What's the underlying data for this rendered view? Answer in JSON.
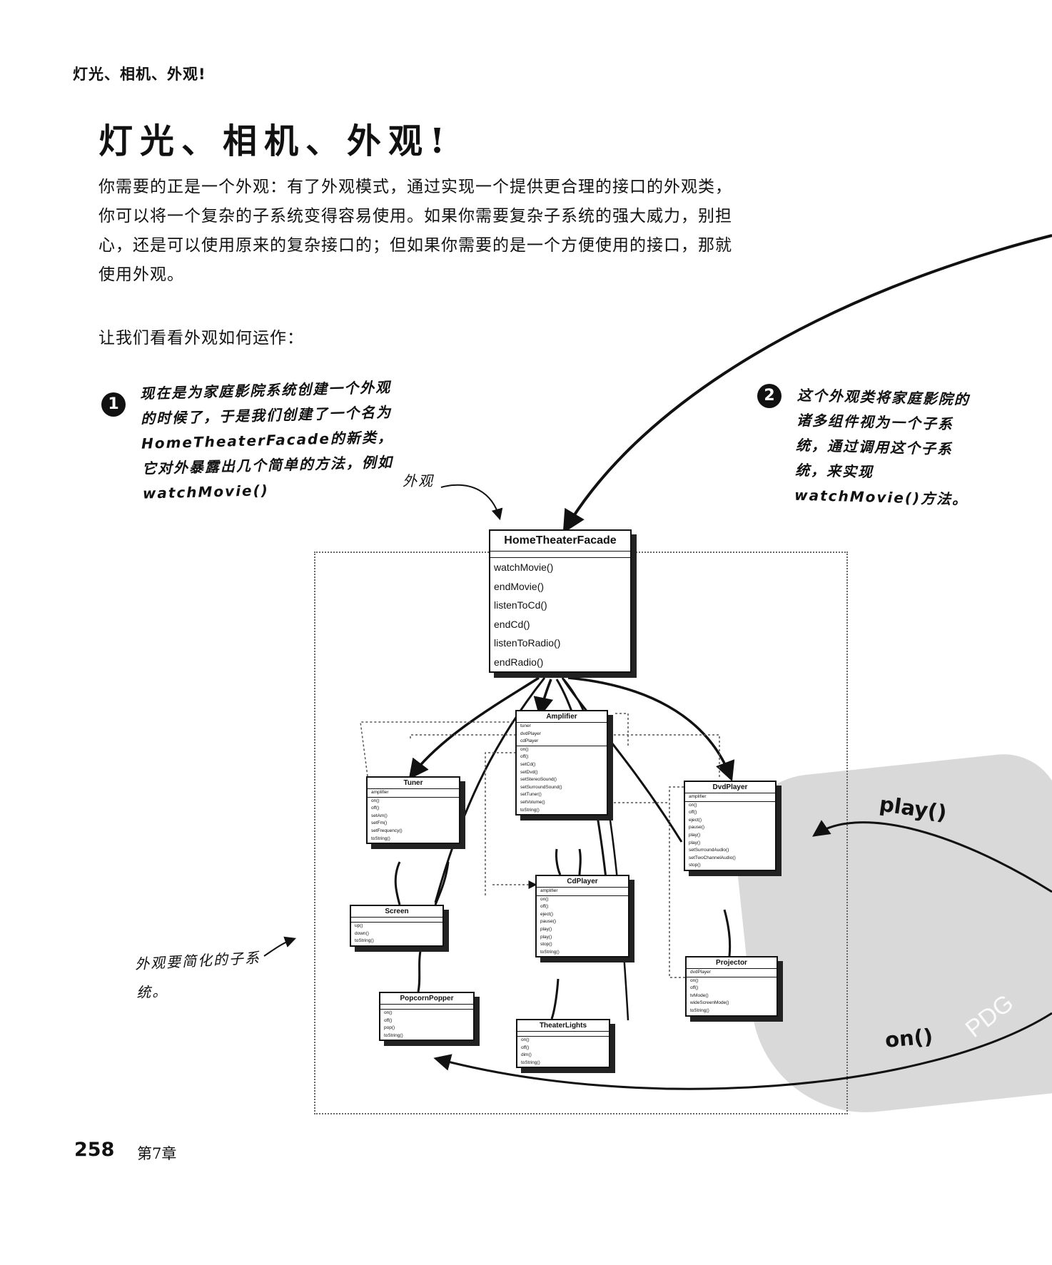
{
  "running_head": "灯光、相机、外观!",
  "title": "灯光、相机、外观!",
  "intro": "你需要的正是一个外观：有了外观模式，通过实现一个提供更合理的接口的外观类，你可以将一个复杂的子系统变得容易使用。如果你需要复杂子系统的强大威力，别担心，还是可以使用原来的复杂接口的；但如果你需要的是一个方便使用的接口，那就使用外观。",
  "lead": "让我们看看外观如何运作：",
  "steps": [
    {
      "num": "1",
      "text": "现在是为家庭影院系统创建一个外观的时候了，于是我们创建了一个名为HomeTheaterFacade的新类，它对外暴露出几个简单的方法，例如watchMovie()"
    },
    {
      "num": "2",
      "text": "这个外观类将家庭影院的诸多组件视为一个子系统，通过调用这个子系统，来实现watchMovie()方法。"
    }
  ],
  "labels": {
    "facade": "外观",
    "subsystem": "外观要简化的子系统。",
    "call_play": "play()",
    "call_on": "on()"
  },
  "facade_class": {
    "name": "HomeTheaterFacade",
    "methods": [
      "watchMovie()",
      "endMovie()",
      "listenToCd()",
      "endCd()",
      "listenToRadio()",
      "endRadio()"
    ]
  },
  "subsystem_classes": {
    "amplifier": {
      "name": "Amplifier",
      "attrs": [
        "tuner",
        "dvdPlayer",
        "cdPlayer"
      ],
      "methods": [
        "on()",
        "off()",
        "setCd()",
        "setDvd()",
        "setStereoSound()",
        "setSurroundSound()",
        "setTuner()",
        "setVolume()",
        "toString()"
      ]
    },
    "tuner": {
      "name": "Tuner",
      "attrs": [
        "amplifier"
      ],
      "methods": [
        "on()",
        "off()",
        "setAm()",
        "setFm()",
        "setFrequency()",
        "toString()"
      ]
    },
    "dvdplayer": {
      "name": "DvdPlayer",
      "attrs": [
        "amplifier"
      ],
      "methods": [
        "on()",
        "off()",
        "eject()",
        "pause()",
        "play()",
        "play()",
        "setSurroundAudio()",
        "setTwoChannelAudio()",
        "stop()"
      ]
    },
    "cdplayer": {
      "name": "CdPlayer",
      "attrs": [
        "amplifier"
      ],
      "methods": [
        "on()",
        "off()",
        "eject()",
        "pause()",
        "play()",
        "play()",
        "stop()",
        "toString()"
      ]
    },
    "screen": {
      "name": "Screen",
      "attrs": [],
      "methods": [
        "up()",
        "down()",
        "toString()"
      ]
    },
    "popcorn": {
      "name": "PopcornPopper",
      "attrs": [],
      "methods": [
        "on()",
        "off()",
        "pop()",
        "toString()"
      ]
    },
    "lights": {
      "name": "TheaterLights",
      "attrs": [],
      "methods": [
        "on()",
        "off()",
        "dim()",
        "toString()"
      ]
    },
    "projector": {
      "name": "Projector",
      "attrs": [
        "dvdPlayer"
      ],
      "methods": [
        "on()",
        "off()",
        "tvMode()",
        "wideScreenMode()",
        "toString()"
      ]
    }
  },
  "footer": {
    "page_number": "258",
    "chapter": "第7章"
  },
  "watermark": "PDG"
}
